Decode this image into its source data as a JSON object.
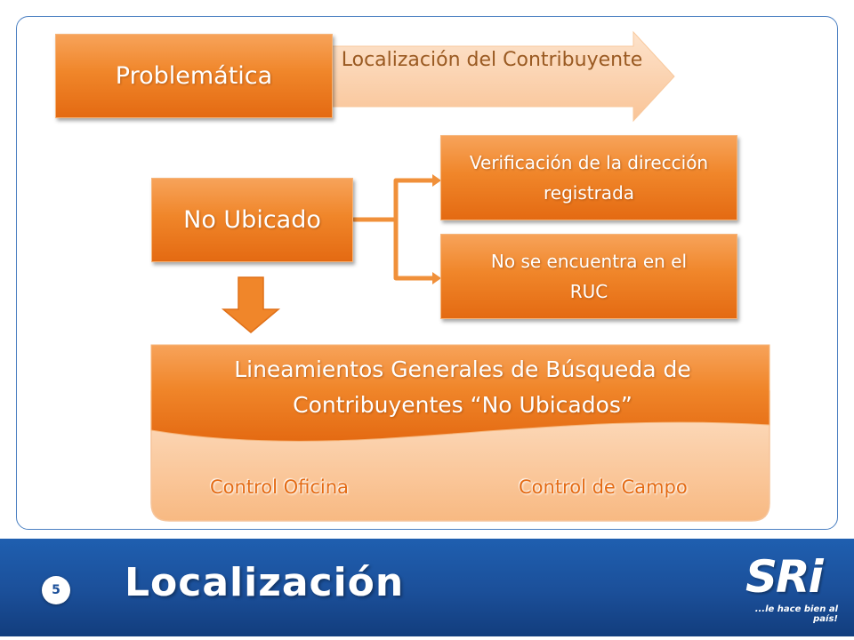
{
  "diagram": {
    "problematica": "Problemática",
    "arrow_label": "Localización del Contribuyente",
    "no_ubicado": "No Ubicado",
    "verificacion": "Verificación de la dirección registrada",
    "no_encuentra": "No se encuentra en el RUC",
    "lineamientos": "Lineamientos Generales de Búsqueda de Contribuyentes “No Ubicados”",
    "control_oficina": "Control Oficina",
    "control_campo": "Control de Campo"
  },
  "footer": {
    "slide_number": "5",
    "title": "Localización",
    "logo": "SRi",
    "tagline": "...le hace bien al país!"
  },
  "colors": {
    "accent_orange": "#f0862a",
    "light_orange": "#fbd0ad",
    "footer_blue": "#1b4f99",
    "frame_blue": "#4a7fc1"
  }
}
